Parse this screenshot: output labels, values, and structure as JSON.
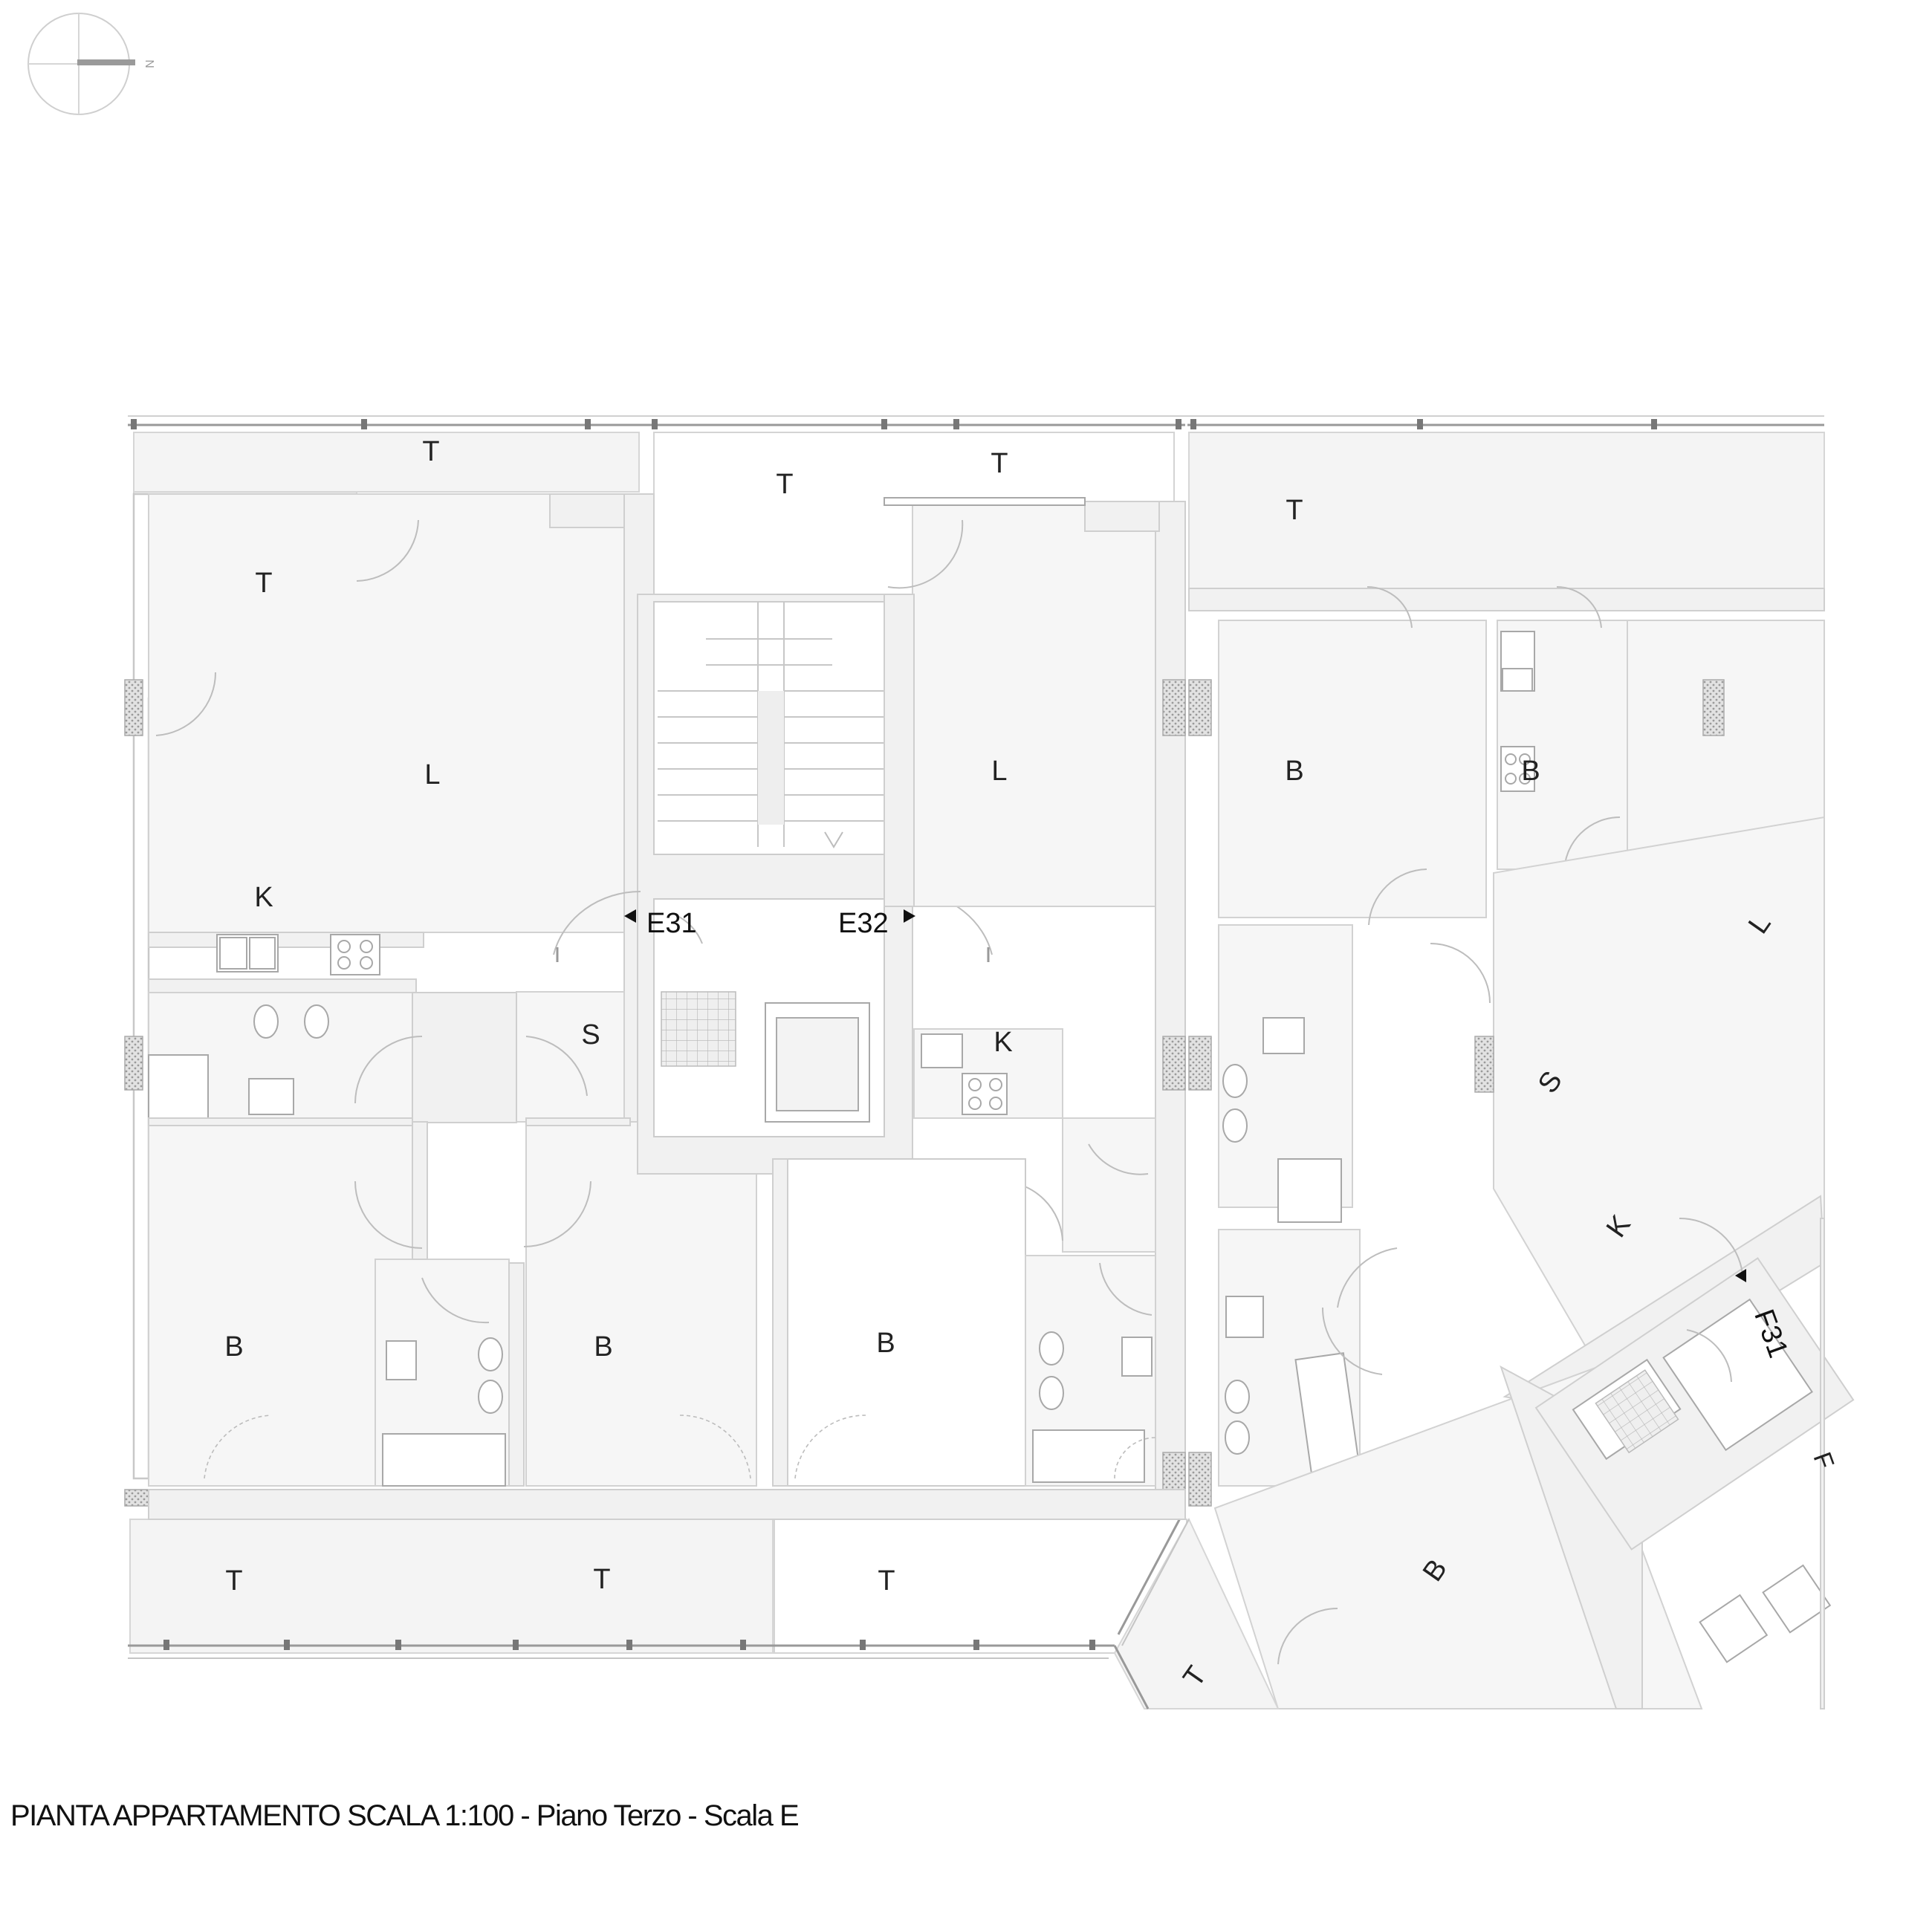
{
  "title": "PIANTA APPARTAMENTO SCALA 1:100 - Piano Terzo - Scala E",
  "north_label": "N",
  "entrances": {
    "e31": "E31",
    "e32": "E32",
    "f31": "F31"
  },
  "rooms": {
    "t_top_left": "T",
    "t_top_mid1": "T",
    "t_top_mid2": "T",
    "t_top_right": "T",
    "t_upper_left": "T",
    "l_left": "L",
    "l_center": "L",
    "l_right": "L",
    "k_left": "K",
    "k_center": "K",
    "k_right": "K",
    "s_left": "S",
    "s_right": "S",
    "b_left1": "B",
    "b_left2": "B",
    "b_center": "B",
    "b_right1": "B",
    "b_right2": "B",
    "b_right3": "B",
    "t_bottom1": "T",
    "t_bottom2": "T",
    "t_bottom3": "T",
    "t_bottom_right": "T"
  },
  "colors": {
    "wall": "#f1f1f1",
    "wall_outline": "#c8c8c8",
    "text": "#111111",
    "hatch": "#aaaaaa"
  }
}
